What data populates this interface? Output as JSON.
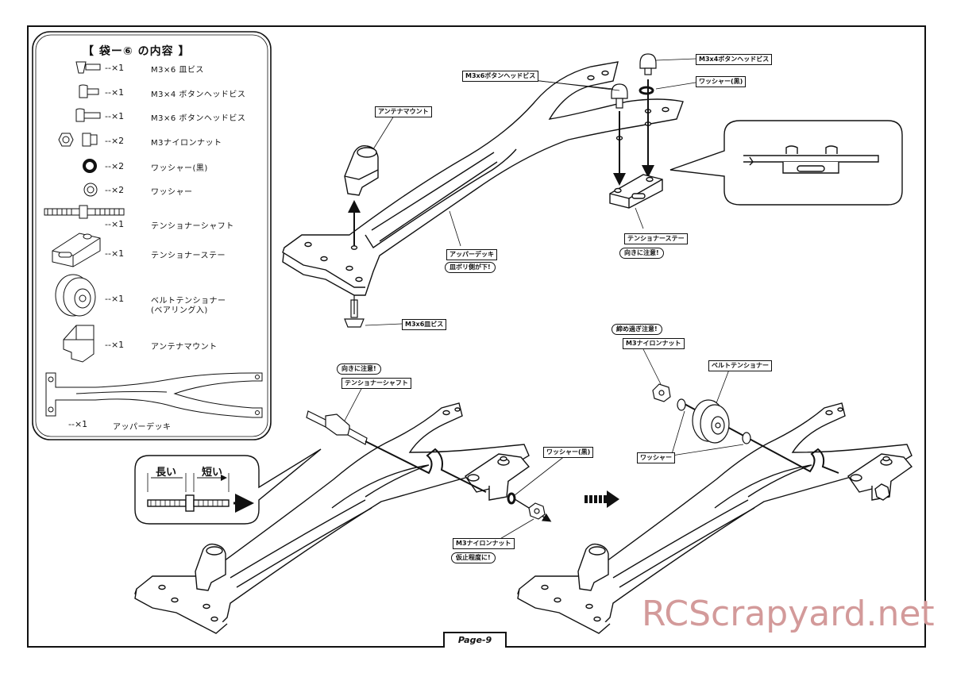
{
  "parts_title": "【 袋ー⑥ の内容 】",
  "parts": [
    {
      "qty": "--×1",
      "name": "M3×6 皿ビス",
      "icon": "flat-head-screw-icon"
    },
    {
      "qty": "--×1",
      "name": "M3×4 ボタンヘッドビス",
      "icon": "button-head-screw-short-icon"
    },
    {
      "qty": "--×1",
      "name": "M3×6 ボタンヘッドビス",
      "icon": "button-head-screw-icon"
    },
    {
      "qty": "--×2",
      "name": "M3ナイロンナット",
      "icon": "nylon-nut-icon"
    },
    {
      "qty": "--×2",
      "name": "ワッシャー(黒)",
      "icon": "black-washer-icon"
    },
    {
      "qty": "--×2",
      "name": "ワッシャー",
      "icon": "washer-icon"
    },
    {
      "qty": "--×1",
      "name": "テンショナーシャフト",
      "icon": "tensioner-shaft-icon"
    },
    {
      "qty": "--×1",
      "name": "テンショナーステー",
      "icon": "tensioner-stay-icon"
    },
    {
      "qty": "--×1",
      "name": "ベルトテンショナー",
      "name2": "(ベアリング入)",
      "icon": "belt-tensioner-icon"
    },
    {
      "qty": "--×1",
      "name": "アンテナマウント",
      "icon": "antenna-mount-icon"
    },
    {
      "qty": "--×1",
      "name": "アッパーデッキ",
      "icon": "upper-deck-icon"
    }
  ],
  "labels": {
    "antenna_mount": "アンテナマウント",
    "m3x6_button": "M3x6ボタンヘッドビス",
    "m3x4_button": "M3x4ボタンヘッドビス",
    "washer_black_top": "ワッシャー(黒)",
    "upper_deck": "アッパーデッキ",
    "countersink_down": "皿ボリ側が下!",
    "m3x6_flat": "M3x6皿ビス",
    "tensioner_stay": "テンショナーステー",
    "stay_note": "向きに注意!",
    "shaft_note": "向きに注意!",
    "tensioner_shaft": "テンショナーシャフト",
    "washer_black_mid": "ワッシャー(黒)",
    "m3_nylon_nut_mid": "M3ナイロンナット",
    "temp_tighten": "仮止程度に!",
    "overtighten": "締め過ぎ注意!",
    "m3_nylon_nut_right": "M3ナイロンナット",
    "belt_tensioner": "ベルトテンショナー",
    "washer_right": "ワッシャー"
  },
  "shaft_detail": {
    "long": "長い",
    "short": "短い"
  },
  "page": "Page-9",
  "watermark": "RCScrapyard.net"
}
